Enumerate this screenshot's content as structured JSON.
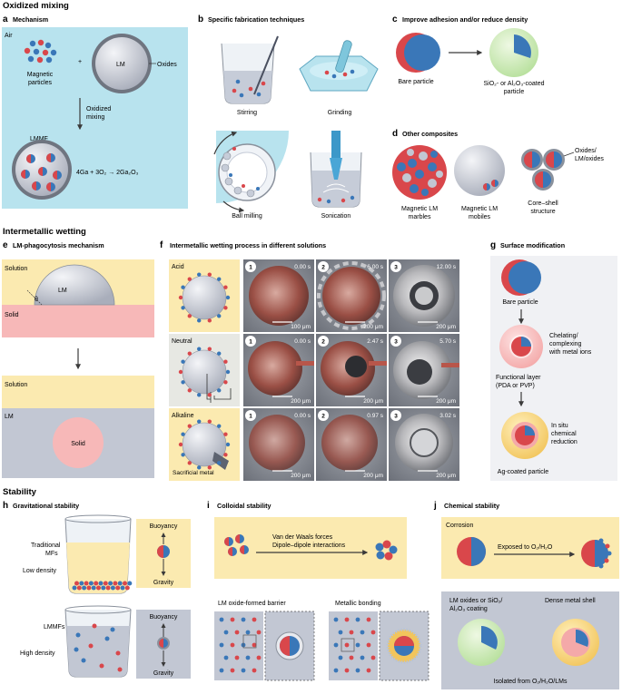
{
  "sections": {
    "oxidized": "Oxidized mixing",
    "intermetallic": "Intermetallic wetting",
    "stability": "Stability"
  },
  "panels": {
    "a": {
      "letter": "a",
      "title": "Mechanism",
      "air": "Air",
      "lm": "LM",
      "oxides": "Oxides",
      "particles": [
        "Magnetic",
        "particles"
      ],
      "plus": "+",
      "arrow": [
        "Oxidized",
        "mixing"
      ],
      "lmmf": "LMMF",
      "equation": "4Ga + 3O₂ → 2Ga₂O₃"
    },
    "b": {
      "letter": "b",
      "title": "Specific fabrication techniques",
      "stirring": "Stirring",
      "grinding": "Grinding",
      "ball_milling": "Ball milling",
      "sonication": "Sonication"
    },
    "c": {
      "letter": "c",
      "title": "Improve adhesion and/or reduce density",
      "bare": "Bare particle",
      "coated": [
        "SiO₂- or Al₂O₃-coated",
        "particle"
      ]
    },
    "d": {
      "letter": "d",
      "title": "Other composites",
      "marbles": [
        "Magnetic LM",
        "marbles"
      ],
      "mobiles": [
        "Magnetic LM",
        "mobiles"
      ],
      "core": [
        "Core–shell",
        "structure"
      ],
      "oxides_note": [
        "Oxides/",
        "LM/oxides"
      ]
    },
    "e": {
      "letter": "e",
      "title": "LM-phagocytosis mechanism",
      "solution": "Solution",
      "solid": "Solid",
      "lm": "LM",
      "theta": "θ",
      "solution2": "Solution",
      "lm2": "LM",
      "solid2": "Solid"
    },
    "f": {
      "letter": "f",
      "title": "Intermetallic wetting process in different solutions",
      "rows": [
        {
          "name": "Acid",
          "times": [
            "0.00 s",
            "6.00 s",
            "12.00 s"
          ],
          "scales": [
            "100 μm",
            "200 μm",
            "200 μm"
          ]
        },
        {
          "name": "Neutral",
          "times": [
            "0.00 s",
            "2.47 s",
            "5.70 s"
          ],
          "scales": [
            "200 μm",
            "200 μm",
            "200 μm"
          ]
        },
        {
          "name": "Alkaline",
          "times": [
            "0.00 s",
            "0.97 s",
            "3.02 s"
          ],
          "scales": [
            "200 μm",
            "200 μm",
            "200 μm"
          ]
        }
      ],
      "steps": [
        "1",
        "2",
        "3"
      ],
      "sacrificial": "Sacrificial metal"
    },
    "g": {
      "letter": "g",
      "title": "Surface modification",
      "bare": "Bare particle",
      "chelating": [
        "Chelating/",
        "complexing",
        "with metal ions"
      ],
      "functional": [
        "Functional layer",
        "(PDA or PVP)"
      ],
      "insitu": [
        "In situ",
        "chemical",
        "reduction"
      ],
      "agcoated": "Ag-coated particle"
    },
    "h": {
      "letter": "h",
      "title": "Gravitational stability",
      "traditional": [
        "Traditional",
        "MFs"
      ],
      "low_density": "Low density",
      "lmmfs": "LMMFs",
      "high_density": "High density",
      "buoyancy": "Buoyancy",
      "gravity": "Gravity"
    },
    "i": {
      "letter": "i",
      "title": "Colloidal stability",
      "vdw": "Van der Waals forces",
      "dipole": "Dipole–dipole interactions",
      "barrier": "LM oxide-formed barrier",
      "metallic": "Metallic bonding"
    },
    "j": {
      "letter": "j",
      "title": "Chemical stability",
      "corrosion": "Corrosion",
      "exposed": "Exposed to O₂/H₂O",
      "coating": [
        "LM oxides or SiO₂/",
        "Al₂O₃ coating"
      ],
      "shell": "Dense metal shell",
      "isolated": "Isolated from O₂/H₂O/LMs"
    }
  },
  "colors": {
    "cyan": "#b8e3ee",
    "yellow": "#fbeab0",
    "pink": "#f7b8b8",
    "grey": "#c2c7d3",
    "red": "#d9474b",
    "blue": "#3a77b8",
    "green": "#c8e8b0"
  }
}
